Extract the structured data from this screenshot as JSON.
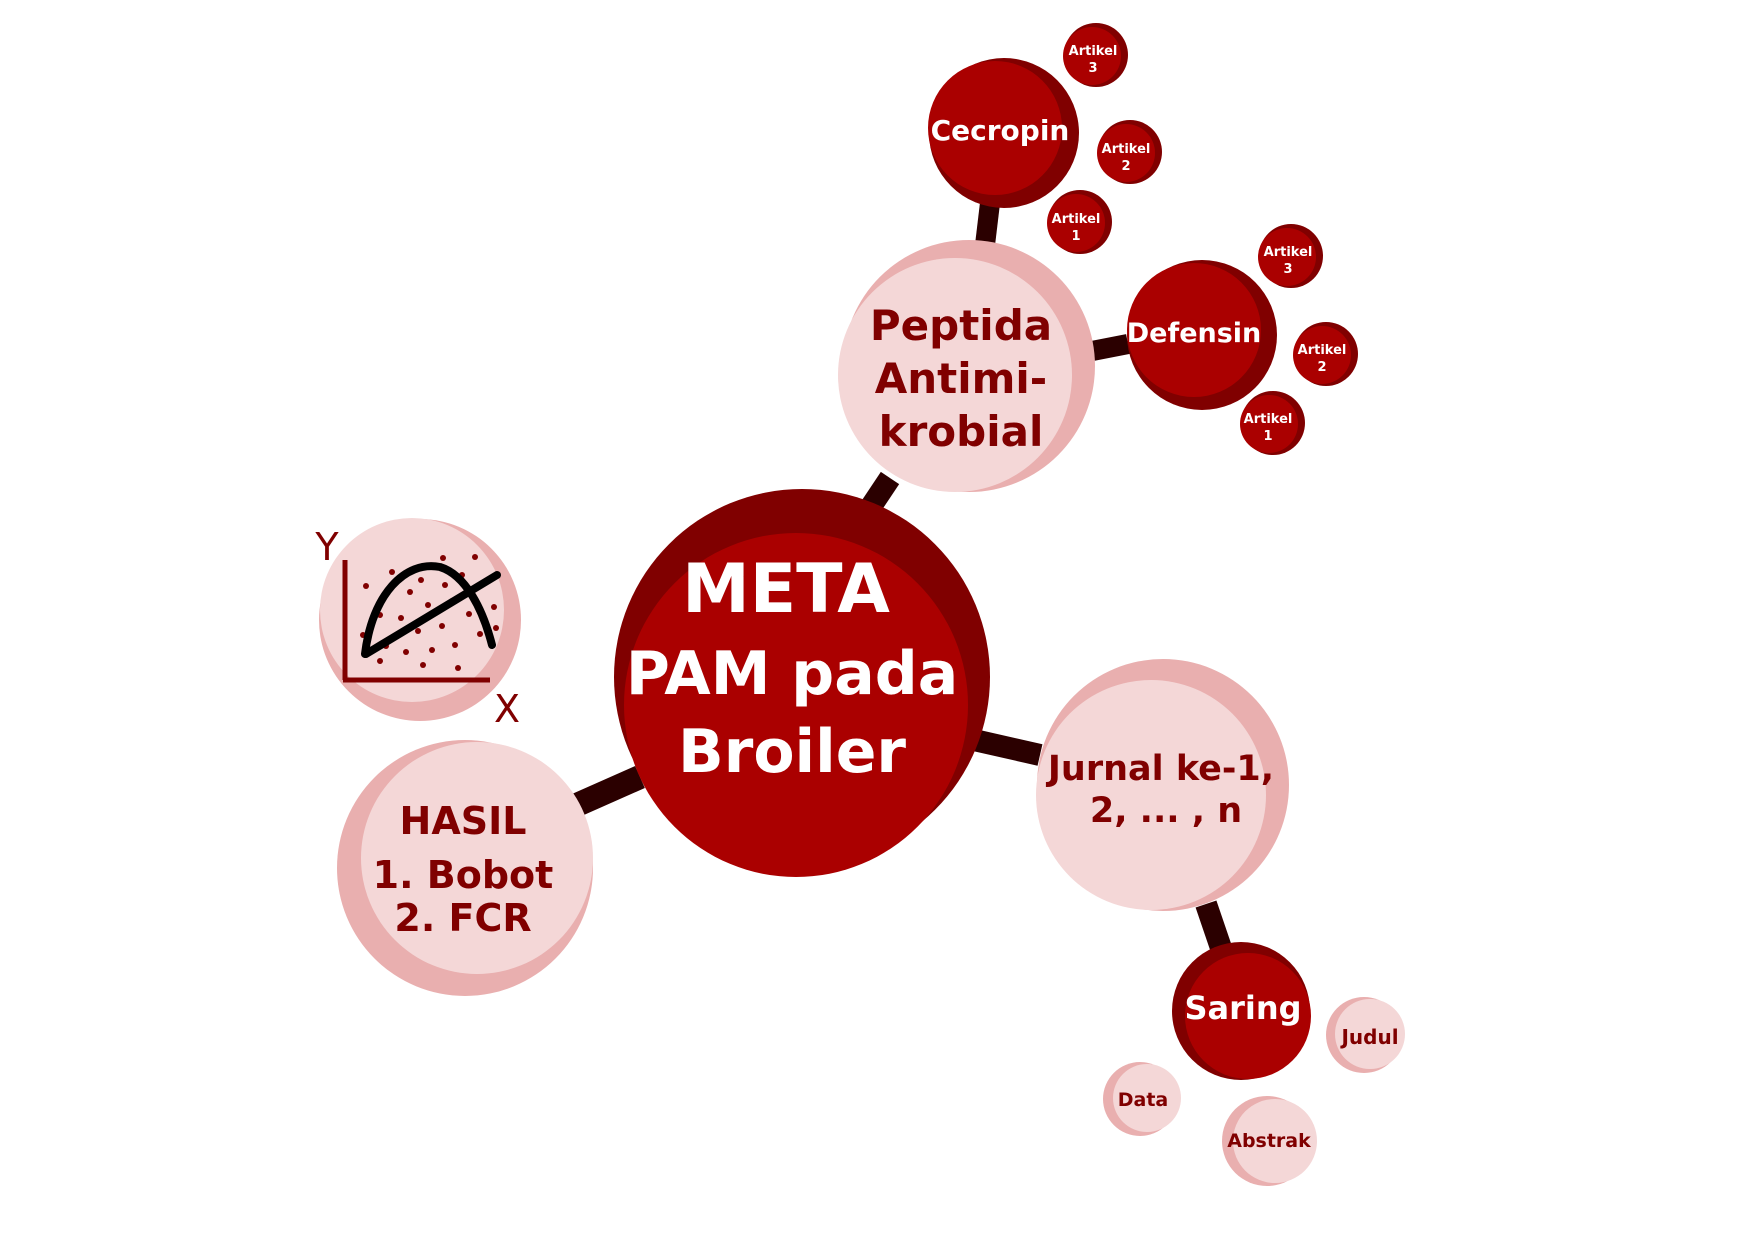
{
  "colors": {
    "dark_fill": "#aa0000",
    "dark_shadow": "#800000",
    "light_fill": "#f4d7d7",
    "light_shadow": "#e9afaf",
    "dark_text": "#ffffff",
    "light_text": "#800000",
    "connector": "#2b0000",
    "chart_axis": "#800000",
    "chart_curve": "#000000",
    "chart_dots": "#800000"
  },
  "diagram": {
    "center": {
      "lines": [
        "META",
        "PAM pada",
        "Broiler"
      ]
    },
    "peptida": {
      "lines": [
        "Peptida",
        "Antimi-",
        "krobial"
      ]
    },
    "cecropin": {
      "label": "Cecropin"
    },
    "cecropin_articles": [
      {
        "lines": [
          "Artikel",
          "3"
        ]
      },
      {
        "lines": [
          "Artikel",
          "2"
        ]
      },
      {
        "lines": [
          "Artikel",
          "1"
        ]
      }
    ],
    "defensin": {
      "label": "Defensin"
    },
    "defensin_articles": [
      {
        "lines": [
          "Artikel",
          "3"
        ]
      },
      {
        "lines": [
          "Artikel",
          "2"
        ]
      },
      {
        "lines": [
          "Artikel",
          "1"
        ]
      }
    ],
    "jurnal": {
      "lines": [
        "Jurnal ke-1,",
        "2, ... , n"
      ]
    },
    "saring": {
      "label": "Saring"
    },
    "saring_items": [
      {
        "label": "Judul"
      },
      {
        "label": "Abstrak"
      },
      {
        "label": "Data"
      }
    ],
    "hasil": {
      "lines": [
        "HASIL",
        "1. Bobot",
        "2. FCR"
      ]
    },
    "graph_icon": {
      "x_label": "X",
      "y_label": "Y"
    }
  }
}
